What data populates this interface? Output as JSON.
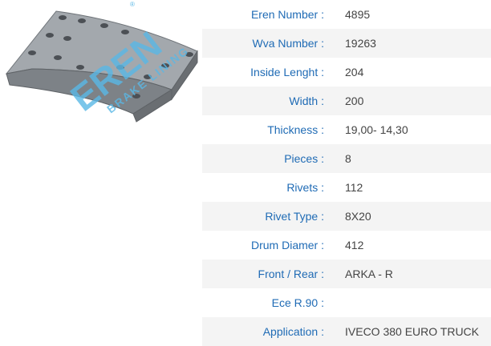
{
  "image": {
    "icon": "brake-lining-product-photo",
    "watermark_text": "EREN",
    "watermark_subtext": "BRAKE LINING"
  },
  "specs": [
    {
      "label": "Eren Number",
      "value": "4895"
    },
    {
      "label": "Wva Number",
      "value": "19263"
    },
    {
      "label": "Inside Lenght",
      "value": "204"
    },
    {
      "label": "Width",
      "value": "200"
    },
    {
      "label": "Thickness",
      "value": "19,00- 14,30"
    },
    {
      "label": "Pieces",
      "value": "8"
    },
    {
      "label": "Rivets",
      "value": "112"
    },
    {
      "label": "Rivet Type",
      "value": "8X20"
    },
    {
      "label": "Drum Diamer",
      "value": "412"
    },
    {
      "label": "Front / Rear",
      "value": "ARKA - R"
    },
    {
      "label": "Ece R.90",
      "value": ""
    },
    {
      "label": "Application",
      "value": "IVECO 380 EURO TRUCK"
    }
  ],
  "separator": ":",
  "colors": {
    "label": "#1f6bb5",
    "value": "#444444",
    "row_shade": "#f4f4f4",
    "lining_top": "#9aa0a6",
    "lining_edge": "#6e7378",
    "watermark": "#5ab8e6"
  }
}
